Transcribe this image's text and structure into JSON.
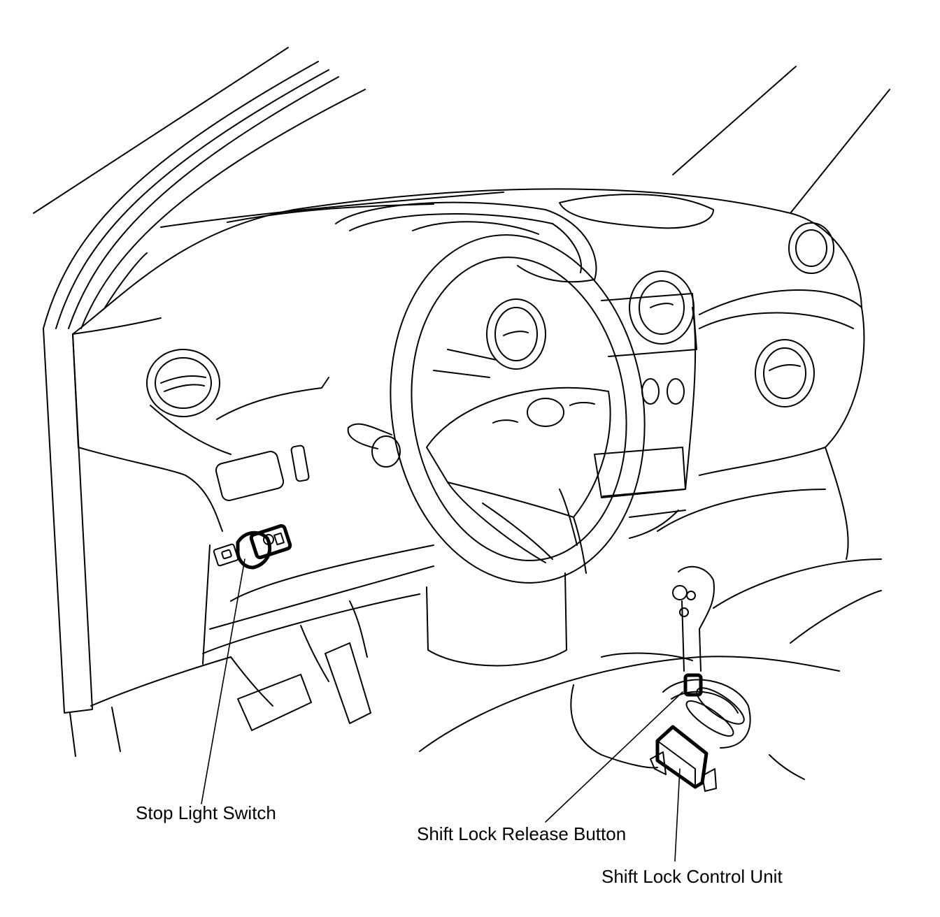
{
  "labels": {
    "stop_light_switch": "Stop Light Switch",
    "shift_lock_release_button": "Shift Lock Release Button",
    "shift_lock_control_unit": "Shift Lock Control Unit"
  },
  "colors": {
    "line": "#000000",
    "background": "#ffffff"
  }
}
